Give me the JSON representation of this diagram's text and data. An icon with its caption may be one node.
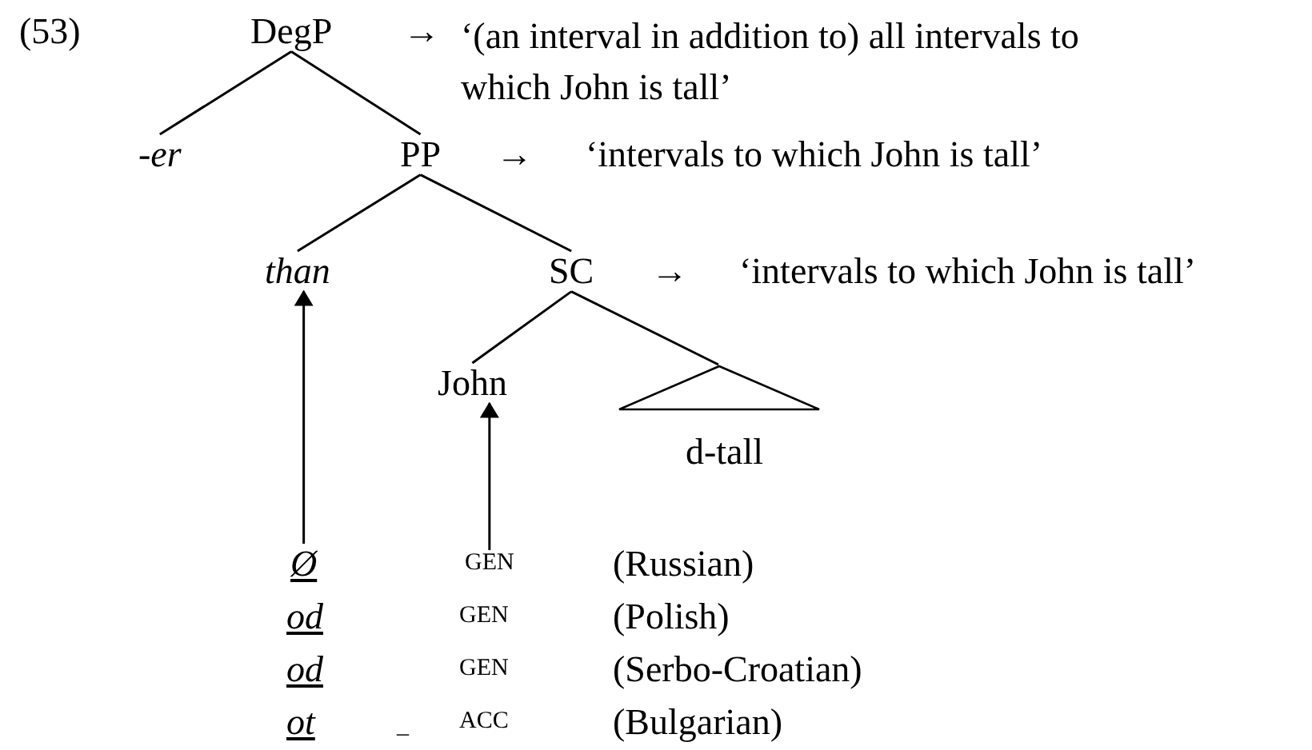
{
  "diagram": {
    "nodes": [
      {
        "text": [
          "DegP"
        ],
        "beside": [
          "→",
          "‘(an interval in addition to) all intervals to which John is tall’"
        ]
      },
      {
        "text": [
          "-er"
        ]
      },
      {
        "text": [
          "PP"
        ],
        "beside": [
          "→",
          "‘intervals to which John is tall’"
        ]
      },
      {
        "text": [
          "than"
        ]
      },
      {
        "text": [
          "SC"
        ],
        "beside": [
          "→",
          "‘intervals to which John is tall’"
        ]
      },
      {
        "text": [
          "John"
        ]
      },
      {
        "text": [],
        "shape": "triangle"
      },
      {
        "text": [
          "d-tall"
        ]
      },
      {
        "text": [
          "Ø"
        ]
      },
      {
        "text": [
          "GEN"
        ]
      }
    ],
    "edges": [
      {
        "from": 0,
        "to": 1,
        "arrow": "none"
      },
      {
        "from": 0,
        "to": 2,
        "arrow": "none"
      },
      {
        "from": 2,
        "to": 3,
        "arrow": "none"
      },
      {
        "from": 2,
        "to": 4,
        "arrow": "none"
      },
      {
        "from": 4,
        "to": 5,
        "arrow": "none"
      },
      {
        "from": 4,
        "to": 6,
        "arrow": "none"
      },
      {
        "from": 8,
        "to": 3,
        "arrow": "to"
      },
      {
        "from": 9,
        "to": 5,
        "arrow": "to"
      }
    ],
    "labels": [
      "(53)",
      "(Russian)",
      "od",
      "GEN",
      "(Polish)",
      "od",
      "GEN",
      "(Serbo-Croatian)",
      "ot",
      "_",
      "ACC",
      "(Bulgarian)"
    ]
  }
}
